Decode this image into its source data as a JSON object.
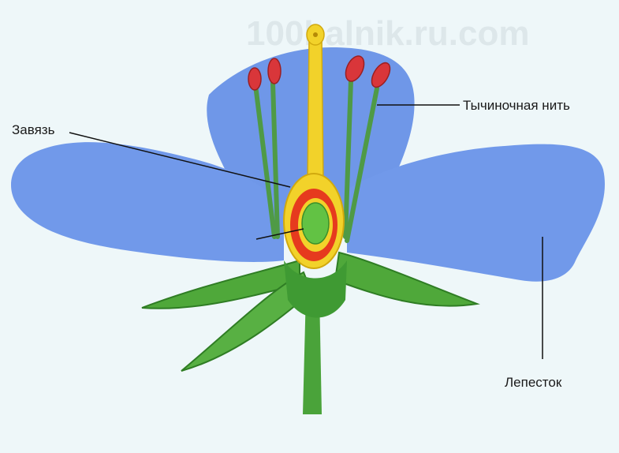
{
  "diagram": {
    "labels": {
      "ovary": "Завязь",
      "stamen_filament": "Тычиночная нить",
      "petal": "Лепесток"
    },
    "watermark": "100balnik.ru.com",
    "colors": {
      "petal": "#6f97e8",
      "petal_shadow": "#5a82d6",
      "sepal": "#4fa83a",
      "sepal_dark": "#2f7d24",
      "pistil": "#f2d22a",
      "ovary_wall": "#e63a1e",
      "ovule": "#62c244",
      "anther": "#d9363a",
      "filament": "#4f9a46"
    }
  }
}
